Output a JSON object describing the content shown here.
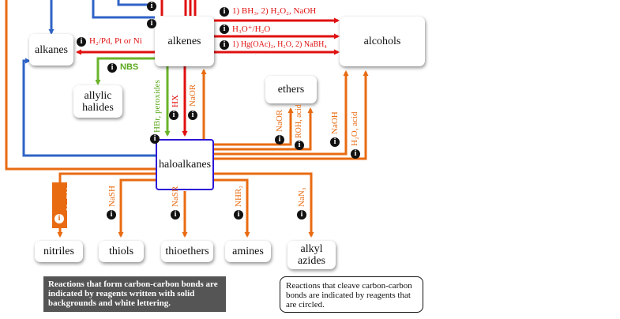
{
  "nodes": {
    "alkanes": "alkanes",
    "alkenes": "alkenes",
    "alcohols": "alcohols",
    "allylic_halides": "allylic\nhalides",
    "ethers": "ethers",
    "haloalkanes": "haloalkanes",
    "nitriles": "nitriles",
    "thiols": "thiols",
    "thioethers": "thioethers",
    "amines": "amines",
    "alkyl_azides": "alkyl\nazides"
  },
  "reagents": {
    "hydroboration": "1) BH₃, 2) H₂O₂, NaOH",
    "hydration": "H₃O⁺/H₂O",
    "oxymercuration": "1) Hg(OAc)₂, H₂O, 2) NaBH₄",
    "hydrogenation": "H₂/Pd, Pt or Ni",
    "nbs": "NBS",
    "hbr_peroxides": "HBr, peroxides",
    "hx": "HX",
    "naor_elim": "NaOR",
    "naor_ether": "NaOR",
    "roh_acid": "ROH, acid",
    "naoh": "NaOH",
    "h2o_acid": "H₂O, acid",
    "nacn": "NaCN",
    "nash": "NaSH",
    "nasr": "NaSR",
    "nhr2": "NHR₂",
    "nan3": "NaN₃"
  },
  "info_glyph": "i",
  "notes": {
    "carbon_carbon": "Reactions that form carbon-carbon bonds are indicated by reagents written with solid backgrounds and white lettering.",
    "cleave": "Reactions that cleave carbon-carbon bonds are indicated by reagents that are circled."
  },
  "colors": {
    "red": "#e01010",
    "blue": "#2f63c6",
    "green": "#6ab42a",
    "orange": "#e86b12",
    "center_border": "#2b15d6"
  }
}
